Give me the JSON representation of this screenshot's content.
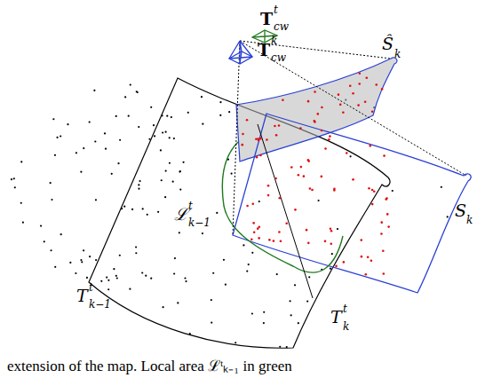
{
  "diagram": {
    "caption": "extension of the map. Local area ℒᵗₖ₋₁ in green",
    "labels": [
      "T",
      "t",
      "cw",
      "T",
      "k",
      "cw",
      "Ŝ",
      "k",
      "S",
      "k",
      "ℒ",
      "t",
      "k−1",
      "T",
      "t",
      "k−1",
      "T",
      "k",
      "t"
    ]
  }
}
